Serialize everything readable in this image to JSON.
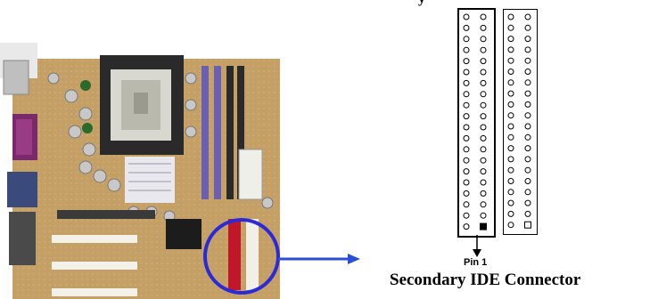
{
  "pin1_label": "Pin 1",
  "caption": "Secondary IDE Connector",
  "clipped_top_text": "y",
  "connector_left": {
    "rows": 20,
    "columns": 2,
    "pin1_marker": "filled-square"
  },
  "connector_right": {
    "rows": 20,
    "columns": 2,
    "pin1_marker": "hollow-square"
  },
  "colors": {
    "board": "#c9a66b",
    "highlight_circle": "#2a2ad8",
    "arrow": "#2a4fd6",
    "ide_red": "#c0182a",
    "ide_white": "#f2efe8",
    "dimm_purple": "#6a5fb0"
  }
}
